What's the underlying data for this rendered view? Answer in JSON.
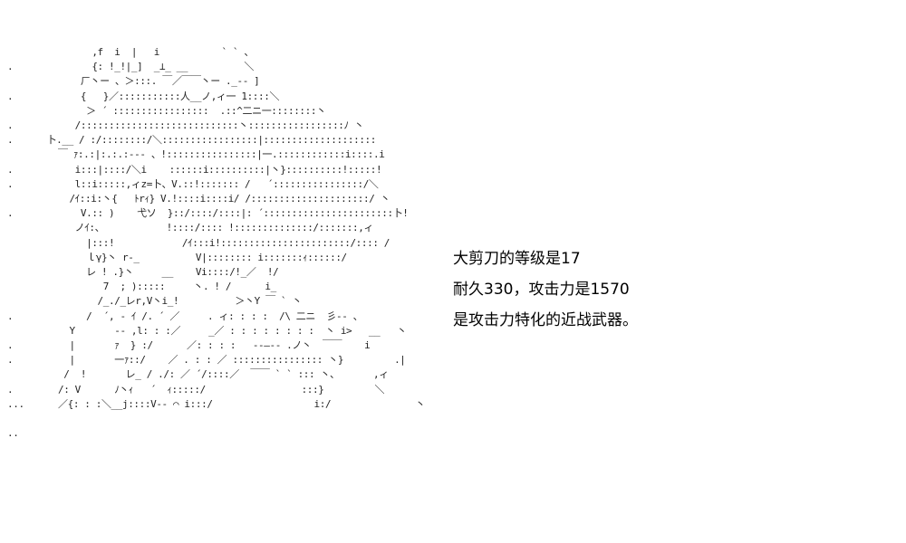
{
  "ascii_art": {
    "lines": [
      "               ,f  i  |   i           ` ` 、",
      ".              {: !_!|_]  _⊥_ __          ＼",
      "             ㄏ丶ー 、＞:::. ￣／￣￣丶ー ._-- ]",
      ".            {   }／:::::::::::人__ノ,ィ一 1::::＼",
      "              ＞ ´ :::::::::::::::::  .::^二ニ一::::::::丶",
      ".           /::::::::::::::::::::::::::::丶:::::::::::::::::ﾉ 丶",
      ".      卜.__ / :/::::::::/＼:::::::::::::::::|::::::::::::::::::::",
      "         ￣ ｧ:.:|:.:.:--- 、!::::::::::::::::|一.::::::::::::i::::.i",
      ".           i:::|::::/＼i    ::::::i::::::::::|丶}::::::::::!:::::!",
      ".           l::i:::::,ィz=卜、V.::!::::::: /   ´::::::::::::::::/＼",
      "           /ｲ::i:丶{   ﾄrｨ} V.!::::i::::i/ /:::::::::::::::::::::/ 丶",
      ".            V.:: )    弋ソ  }::/::::/::::|: ´:::::::::::::::::::::::卜!",
      "            ノｲ:、           !::::/:::: !::::::::::::::/:::::::,ィ",
      "              |:::!            /ｲ:::i!:::::::::::::::::::::::/:::: /",
      "              ｌγ}丶 r‐_          V|:::::::: i:::::::ｨ::::::/",
      "              レ ! .}丶     __    Vi::::/!_／  !/",
      "                 7  ; ):::::     丶. ! /      i_",
      "                /_./_レr,V丶i_!          ＞丶Y ￣ ` 丶",
      ".             /  ´, - ｲ /. ´ ／     . ィ: : : :  /\\ 二ニ  彡-- 、",
      "           Y       -- ,l: : :／     _／ : : : : : : : :  丶 i>   __   丶",
      ".          |       ｧ  } :/      ／: : : :   --―-- .ノ丶  ￣￣    i",
      ".          |       一ｧ::/    ／ . : : ／ :::::::::::::::: 丶}         .|",
      "          /  !       レ_ / ./: ／ ´/::::／  ￣￣ ` ` ::: 丶、      ,ィ",
      ".        /: V      ﾉ丶ｨ   ´  ｨ:::::/                 :::}         ＼",
      "...      ／{: : :＼__j::::V-- ⌒ i:::/                  i:/               丶",
      "",
      ".."
    ]
  },
  "info": {
    "line1": "大剪刀的等级是17",
    "line2": "耐久330，攻击力是1570",
    "line3": "是攻击力特化的近战武器。"
  }
}
